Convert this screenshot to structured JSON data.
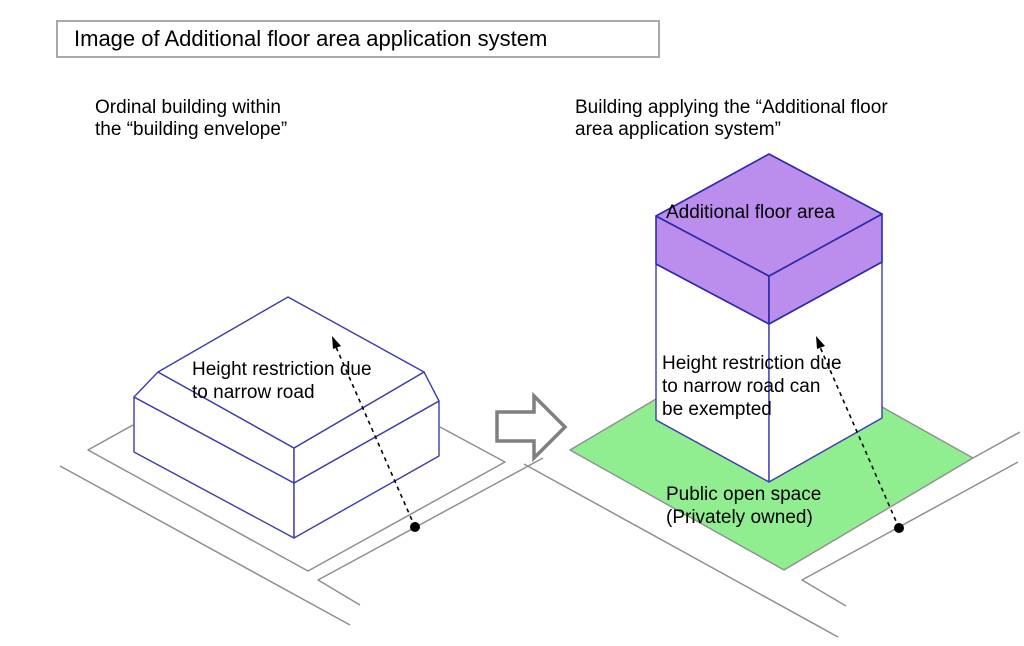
{
  "title": "Image of Additional floor area application system",
  "colors": {
    "building_outline": "#3c3cae",
    "additional_floor_fill": "#bb8dec",
    "open_space_fill": "#90ee90",
    "ground_line": "#8f8f8f",
    "arrow_outline": "#7f7f7f",
    "text": "#000000"
  },
  "left_diagram": {
    "heading": "Ordinal building within\nthe “building envelope”",
    "label_height_restriction": "Height restriction due\nto narrow road"
  },
  "right_diagram": {
    "heading": "Building applying the “Additional floor\narea application system”",
    "label_additional_floor": "Additional floor area",
    "label_height_exemption": "Height restriction due\nto narrow road can\nbe exempted",
    "label_open_space": "Public open space\n(Privately owned)"
  }
}
